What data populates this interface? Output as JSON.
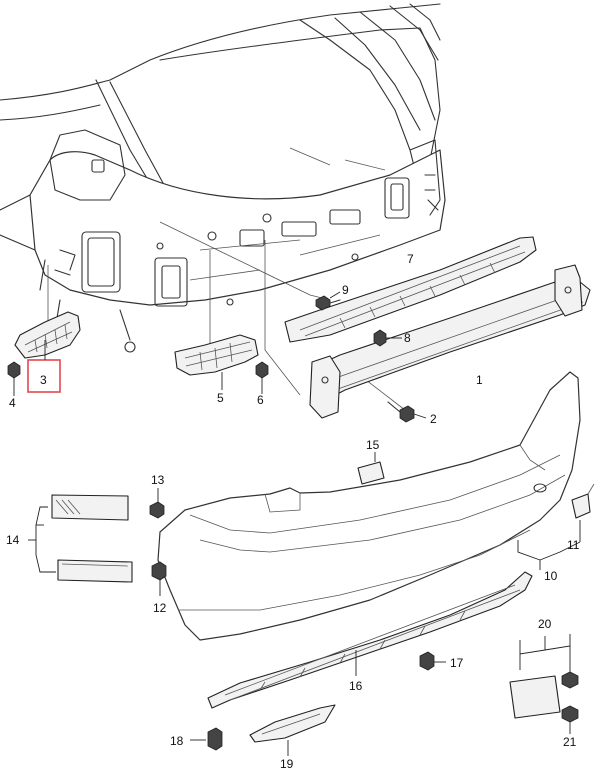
{
  "diagram": {
    "highlight_color": "#e2474f",
    "callouts": [
      {
        "id": "c1",
        "label": "1"
      },
      {
        "id": "c2",
        "label": "2"
      },
      {
        "id": "c3",
        "label": "3"
      },
      {
        "id": "c4",
        "label": "4"
      },
      {
        "id": "c5",
        "label": "5"
      },
      {
        "id": "c6",
        "label": "6"
      },
      {
        "id": "c7",
        "label": "7"
      },
      {
        "id": "c8",
        "label": "8"
      },
      {
        "id": "c9",
        "label": "9"
      },
      {
        "id": "c10",
        "label": "10"
      },
      {
        "id": "c11",
        "label": "11"
      },
      {
        "id": "c12",
        "label": "12"
      },
      {
        "id": "c13",
        "label": "13"
      },
      {
        "id": "c14",
        "label": "14"
      },
      {
        "id": "c15",
        "label": "15"
      },
      {
        "id": "c16",
        "label": "16"
      },
      {
        "id": "c17",
        "label": "17"
      },
      {
        "id": "c18",
        "label": "18"
      },
      {
        "id": "c19",
        "label": "19"
      },
      {
        "id": "c20",
        "label": "20"
      },
      {
        "id": "c21",
        "label": "21"
      }
    ]
  }
}
